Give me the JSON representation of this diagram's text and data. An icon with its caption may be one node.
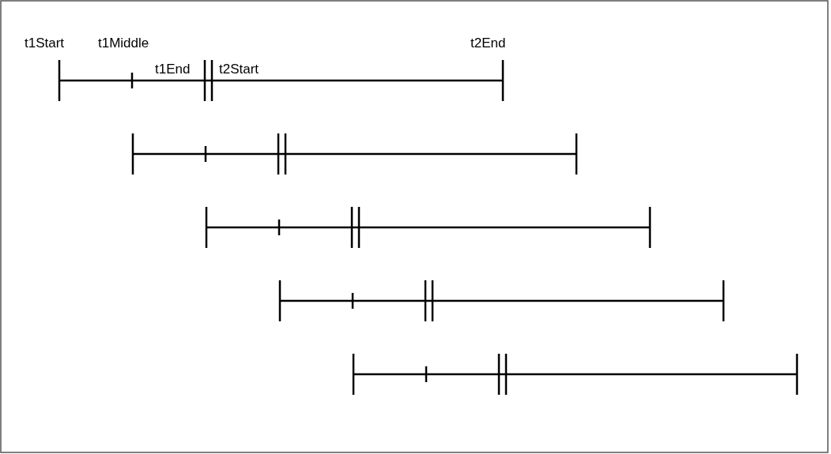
{
  "diagram": {
    "labels": [
      "t1Start",
      "t1Middle",
      "t2End",
      "t1End",
      "t2Start"
    ]
  }
}
